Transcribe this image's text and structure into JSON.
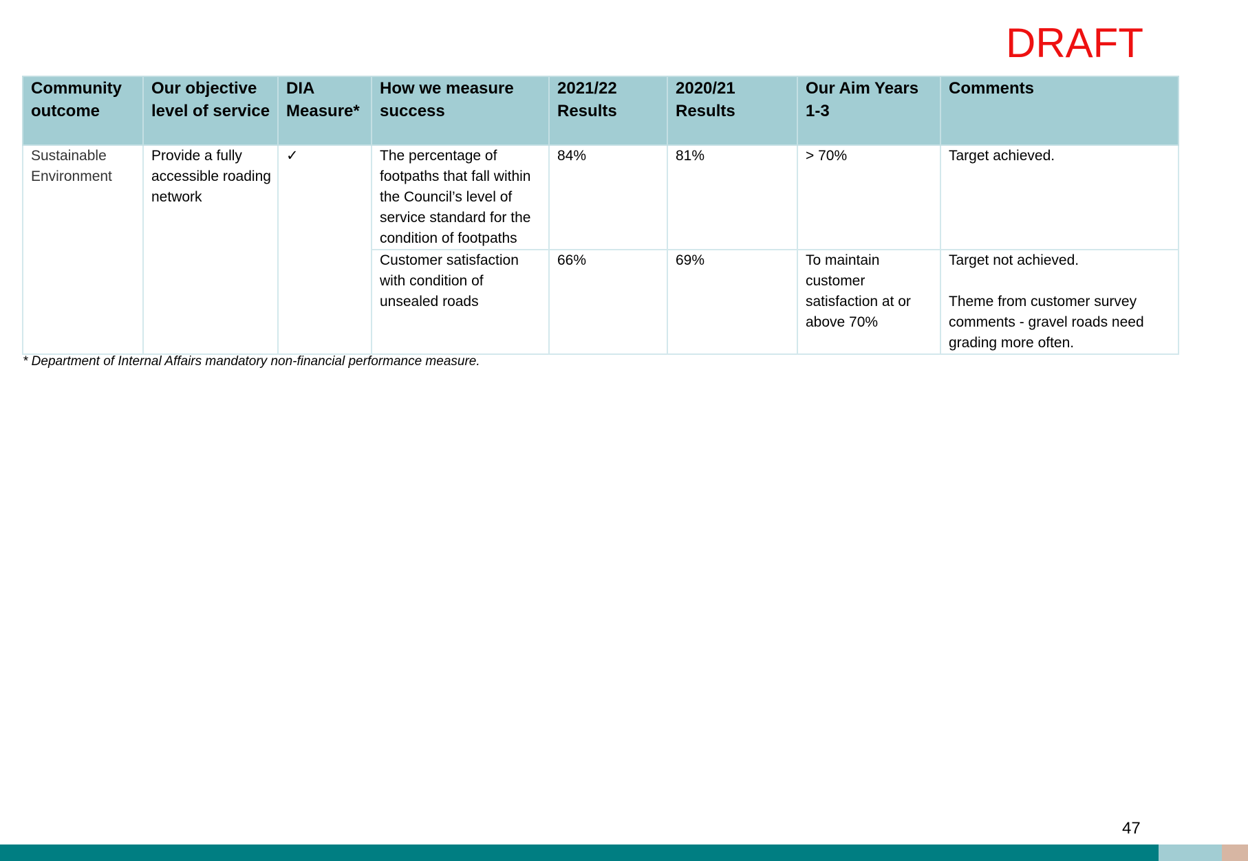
{
  "draft_label": "DRAFT",
  "table": {
    "headers": [
      "Community outcome",
      "Our objective level of service",
      "DIA Measure*",
      "How we measure success",
      "2021/22 Results",
      "2020/21 Results",
      "Our Aim Years 1-3",
      "Comments"
    ],
    "community_outcome": "Sustainable Environment",
    "objective": "Provide a fully accessible roading network",
    "dia_measure": "✓",
    "rows": [
      {
        "measure": "The percentage of footpaths that fall within the Council’s level of service standard for the condition of footpaths",
        "result_2021_22": "84%",
        "result_2020_21": "81%",
        "aim": "> 70%",
        "comment": "Target achieved.",
        "comment_extra": ""
      },
      {
        "measure": "Customer satisfaction with condition of unsealed roads",
        "result_2021_22": "66%",
        "result_2020_21": "69%",
        "aim": "To maintain customer satisfaction at or above 70%",
        "comment": "Target not achieved.",
        "comment_extra": "Theme from customer survey comments - gravel roads need grading more often."
      }
    ]
  },
  "footnote": "* Department of Internal Affairs mandatory non-financial performance measure.",
  "page_number": "47",
  "colors": {
    "draft": "#ee1111",
    "header_bg": "#a2cdd3",
    "border": "#d3e8ec",
    "footer_teal": "#007e82",
    "footer_light": "#a2cdd3",
    "footer_tan": "#d7b6a3"
  }
}
